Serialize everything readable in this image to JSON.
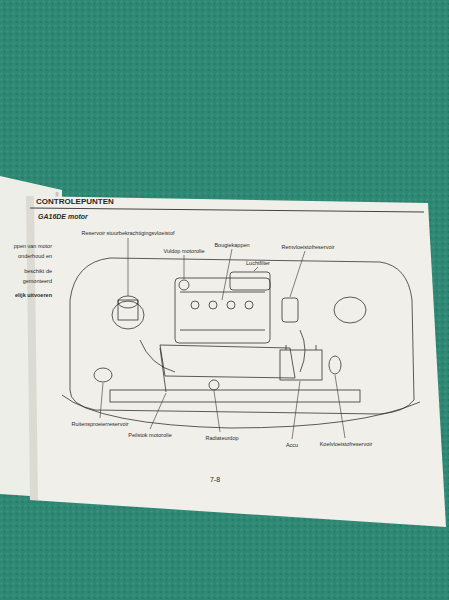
{
  "diagram": {
    "title": "CONTROLEPUNTEN",
    "labels": [
      "GA16DE motor",
      "Reservoir stuurbekrachtigingsvloeistof",
      "Vuldop motorolie",
      "Bougiekappen",
      "Luchtfilter",
      "Remvloeistofreservoir",
      "Ruitensproeierreservoir",
      "Peilstok motorolie",
      "Radiateurdop",
      "Accu",
      "Koelvloeistofreservoir",
      "7-8",
      "ppen van motor",
      "onderhoud en",
      "beschikt de",
      "gemonteerd",
      "elijk uitvoeren"
    ]
  }
}
